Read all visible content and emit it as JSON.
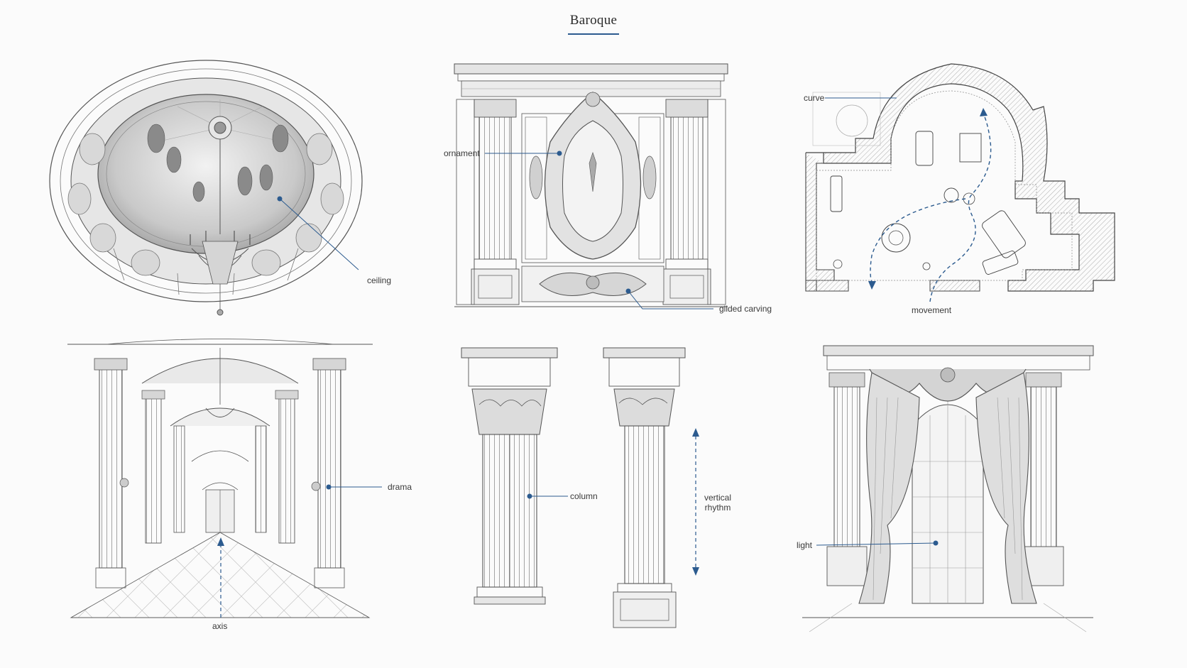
{
  "title": "Baroque",
  "accent_color": "#2c5b8f",
  "ink_color": "#6a6a6a",
  "labels": {
    "ceiling": "ceiling",
    "ornament": "ornament",
    "gilded_carving": "gilded carving",
    "curve": "curve",
    "movement": "movement",
    "drama": "drama",
    "axis": "axis",
    "column": "column",
    "vertical_rhythm_line1": "vertical",
    "vertical_rhythm_line2": "rhythm",
    "light": "light"
  }
}
